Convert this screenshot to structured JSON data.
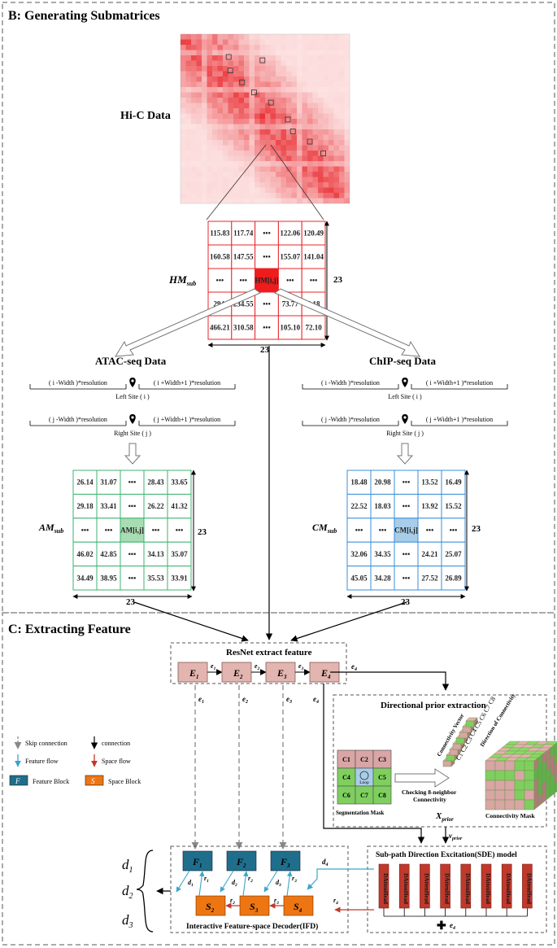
{
  "sections": {
    "b_title": "B:  Generating Submatrices",
    "c_title": "C:  Extracting Feature"
  },
  "hic": {
    "label": "Hi-C Data",
    "matrix_label": "HM",
    "matrix_sub": "sub",
    "dim": "23",
    "color": "#e8252a",
    "cells": [
      [
        "115.83",
        "117.74",
        "•••",
        "122.06",
        "120.49"
      ],
      [
        "160.58",
        "147.55",
        "•••",
        "155.07",
        "141.04"
      ],
      [
        "•••",
        "•••",
        "HM[i,j]",
        "•••",
        "•••"
      ],
      [
        "294.",
        "234.55",
        "•••",
        "73.77",
        "5.18"
      ],
      [
        "466.21",
        "310.58",
        "•••",
        "105.10",
        "72.10"
      ]
    ]
  },
  "atac": {
    "title": "ATAC-seq Data",
    "left_a": "( i -Width )*resolution",
    "left_b": "( i +Width+1 )*resolution",
    "left_site": "Left Site ( i )",
    "right_a": "( j -Width )*resolution",
    "right_b": "( j +Width+1 )*resolution",
    "right_site": "Right Site ( j )",
    "matrix_label": "AM",
    "matrix_sub": "sub",
    "dim": "23",
    "color": "#3cb371",
    "cells": [
      [
        "26.14",
        "31.07",
        "•••",
        "28.43",
        "33.65"
      ],
      [
        "29.18",
        "33.41",
        "•••",
        "26.22",
        "41.32"
      ],
      [
        "•••",
        "•••",
        "AM[i,j]",
        "•••",
        "•••"
      ],
      [
        "46.02",
        "42.85",
        "•••",
        "34.13",
        "35.07"
      ],
      [
        "34.49",
        "38.95",
        "•••",
        "35.53",
        "33.91"
      ]
    ]
  },
  "chip": {
    "title": "ChIP-seq Data",
    "left_a": "( i -Width )*resolution",
    "left_b": "( i +Width+1 )*resolution",
    "left_site": "Left Site ( i )",
    "right_a": "( j -Width )*resolution",
    "right_b": "( j +Width+1 )*resolution",
    "right_site": "Right Site ( j )",
    "matrix_label": "CM",
    "matrix_sub": "sub",
    "dim": "23",
    "color": "#3a8fd9",
    "cells": [
      [
        "18.48",
        "20.98",
        "•••",
        "13.52",
        "16.49"
      ],
      [
        "22.52",
        "18.03",
        "•••",
        "13.92",
        "15.52"
      ],
      [
        "•••",
        "•••",
        "CM[i,j]",
        "•••",
        "•••"
      ],
      [
        "32.06",
        "34.35",
        "•••",
        "24.21",
        "25.07"
      ],
      [
        "45.05",
        "34.28",
        "•••",
        "27.52",
        "26.89"
      ]
    ]
  },
  "resnet": {
    "title": "ResNet extract feature",
    "blocks": [
      "E",
      "E",
      "E",
      "E"
    ],
    "subs": [
      "1",
      "2",
      "3",
      "4"
    ],
    "edge": "e",
    "color": "#e3b5b0"
  },
  "legend": {
    "skip": "Skip connection",
    "connection": "connection",
    "feature_flow": "Feature flow",
    "space_flow": "Space flow",
    "feature_block": "Feature Block",
    "space_block": "Space Block",
    "feature_glyph": "F",
    "space_glyph": "S"
  },
  "dpe": {
    "title": "Directional prior extraction",
    "seg_cells": [
      "C1",
      "C2",
      "C3",
      "C4",
      "C5",
      "C6",
      "C7",
      "C8"
    ],
    "center_label": "Loop",
    "seg_label": "Segmentation Mask",
    "check_label_1": "Checking 8-neighbor",
    "check_label_2": "Connectivity",
    "cv_label": "Connectivity Vector",
    "cv_values": "C1 C2 C3 C4 C5 C6 C7 C8",
    "dir_label": "Direction of Connectivity",
    "mask_label": "Connectivity Mask",
    "prior_var": "X",
    "prior_sub": "prior"
  },
  "sde": {
    "title": "Sub-path Direction Excitation(SDE) model",
    "head": "DAttenHead",
    "count": 8,
    "v_label": "v",
    "v_sub": "prior",
    "plus": "e",
    "plus_sub": "4"
  },
  "ifd": {
    "title": "Interactive Feature-space Decoder(IFD)",
    "f_glyph": "F",
    "s_glyph": "S",
    "f_subs": [
      "1",
      "2",
      "3"
    ],
    "s_subs": [
      "2",
      "3",
      "4"
    ],
    "d_label": "d",
    "r_label": "r",
    "outputs": [
      "d",
      "d",
      "d"
    ],
    "output_subs": [
      "1",
      "2",
      "3"
    ],
    "feature_color": "#1f6e8c",
    "space_color": "#ee7612"
  }
}
